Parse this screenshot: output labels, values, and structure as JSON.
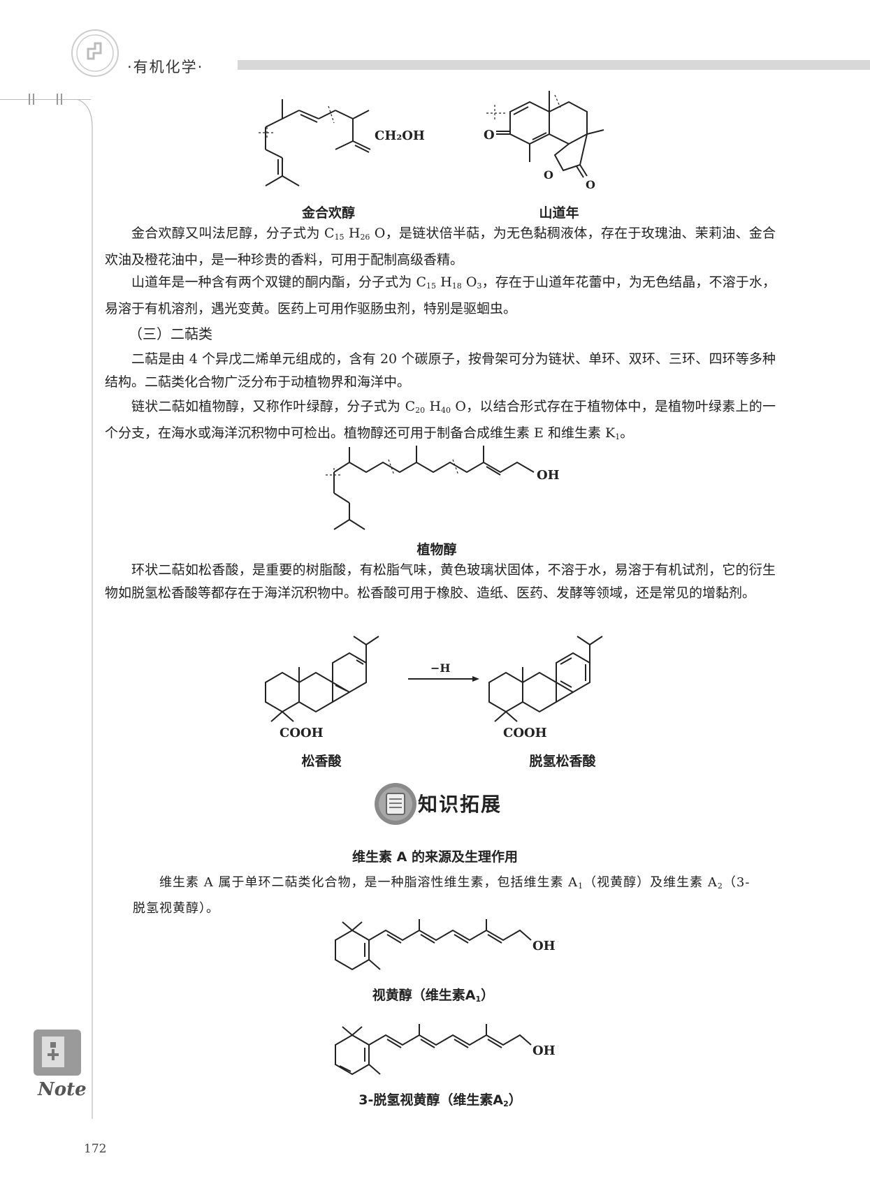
{
  "header": {
    "title": "·有机化学·"
  },
  "labels": {
    "farnesol": "金合欢醇",
    "santonin": "山道年",
    "phytol": "植物醇",
    "abietic": "松香酸",
    "dehydroabietic": "脱氢松香酸",
    "arrow": "−H",
    "retinol": "视黄醇（维生素A",
    "retinol_sub": "1",
    "retinol2": "3-脱氢视黄醇（维生素A",
    "retinol2_sub": "2",
    "close": "）"
  },
  "groups": {
    "ch2oh": "CH₂OH",
    "oh": "OH",
    "cooh": "COOH",
    "o": "O"
  },
  "paragraphs": {
    "p1a": "金合欢醇又叫法尼醇，分子式为 C",
    "p1s1": "15",
    "p1b": " H",
    "p1s2": "26",
    "p1c": " O，是链状倍半萜，为无色黏稠液体，存在于玫瑰油、茉莉油、金合欢油及橙花油中，是一种珍贵的香料，可用于配制高级香精。",
    "p2a": "山道年是一种含有两个双键的酮内酯，分子式为 C",
    "p2s1": "15",
    "p2b": " H",
    "p2s2": "18",
    "p2c": " O",
    "p2s3": "3",
    "p2d": "，存在于山道年花蕾中，为无色结晶，不溶于水，易溶于有机溶剂，遇光变黄。医药上可用作驱肠虫剂，特别是驱蛔虫。",
    "section": "（三）二萜类",
    "p3": "二萜是由 4 个异戊二烯单元组成的，含有 20 个碳原子，按骨架可分为链状、单环、双环、三环、四环等多种结构。二萜类化合物广泛分布于动植物界和海洋中。",
    "p4a": "链状二萜如植物醇，又称作叶绿醇，分子式为 C",
    "p4s1": "20",
    "p4b": " H",
    "p4s2": "40",
    "p4c": " O，以结合形式存在于植物体中，是植物叶绿素上的一个分支，在海水或海洋沉积物中可检出。植物醇还可用于制备合成维生素 E 和维生素 K",
    "p4s3": "1",
    "p4d": "。",
    "p5": "环状二萜如松香酸，是重要的树脂酸，有松脂气味，黄色玻璃状固体，不溶于水，易溶于有机试剂，它的衍生物如脱氢松香酸等都存在于海洋沉积物中。松香酸可用于橡胶、造纸、医药、发酵等领域，还是常见的增黏剂。"
  },
  "knowledge": {
    "heading": "知识拓展",
    "title": "维生素 A 的来源及生理作用",
    "pa": "维生素 A 属于单环二萜类化合物，是一种脂溶性维生素，包括维生素 A",
    "ps1": "1",
    "pb": "（视黄醇）及维生素 A",
    "ps2": "2",
    "pc": "（3-脱氢视黄醇）。"
  },
  "footer": {
    "page": "172",
    "note": "Note"
  }
}
